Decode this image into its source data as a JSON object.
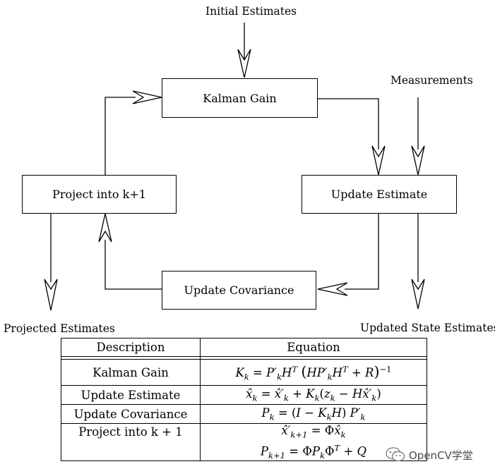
{
  "diagram": {
    "labels": {
      "initial": "Initial Estimates",
      "measurements": "Measurements",
      "projected": "Projected Estimates",
      "updated_state": "Updated State Estimates"
    },
    "boxes": {
      "kalman_gain": "Kalman Gain",
      "project": "Project into k+1",
      "update_estimate": "Update Estimate",
      "update_covariance": "Update Covariance"
    }
  },
  "table": {
    "headers": [
      "Description",
      "Equation"
    ],
    "rows": [
      {
        "description": "Kalman Gain",
        "equation": "K_k = P'_k H^T (H P'_k H^T + R)^-1"
      },
      {
        "description": "Update Estimate",
        "equation": "x̂_k = x̂'_k + K_k (z_k − H x̂'_k)"
      },
      {
        "description": "Update Covariance",
        "equation": "P_k = (I − K_k H) P'_k"
      },
      {
        "description": "Project into k + 1",
        "equation": "x̂'_{k+1} = Φ x̂_k ; P_{k+1} = Φ P_k Φ^T + Q"
      }
    ]
  },
  "watermark": {
    "text": "OpenCV学堂",
    "icon": "wechat-icon"
  }
}
